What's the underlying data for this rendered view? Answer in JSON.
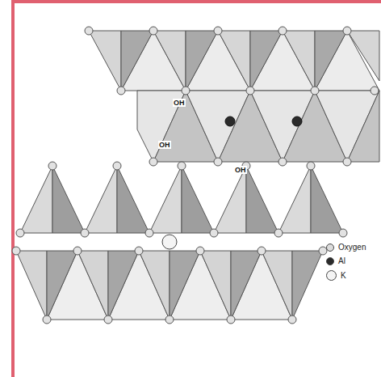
{
  "diagram": {
    "labels": [
      "OH",
      "OH",
      "OH"
    ],
    "legend": [
      {
        "text": "Oxygen",
        "color": "#dcdcdc"
      },
      {
        "text": "Al",
        "color": "#2b2b2b"
      },
      {
        "text": "K",
        "color": "#f4f4f4"
      }
    ]
  }
}
